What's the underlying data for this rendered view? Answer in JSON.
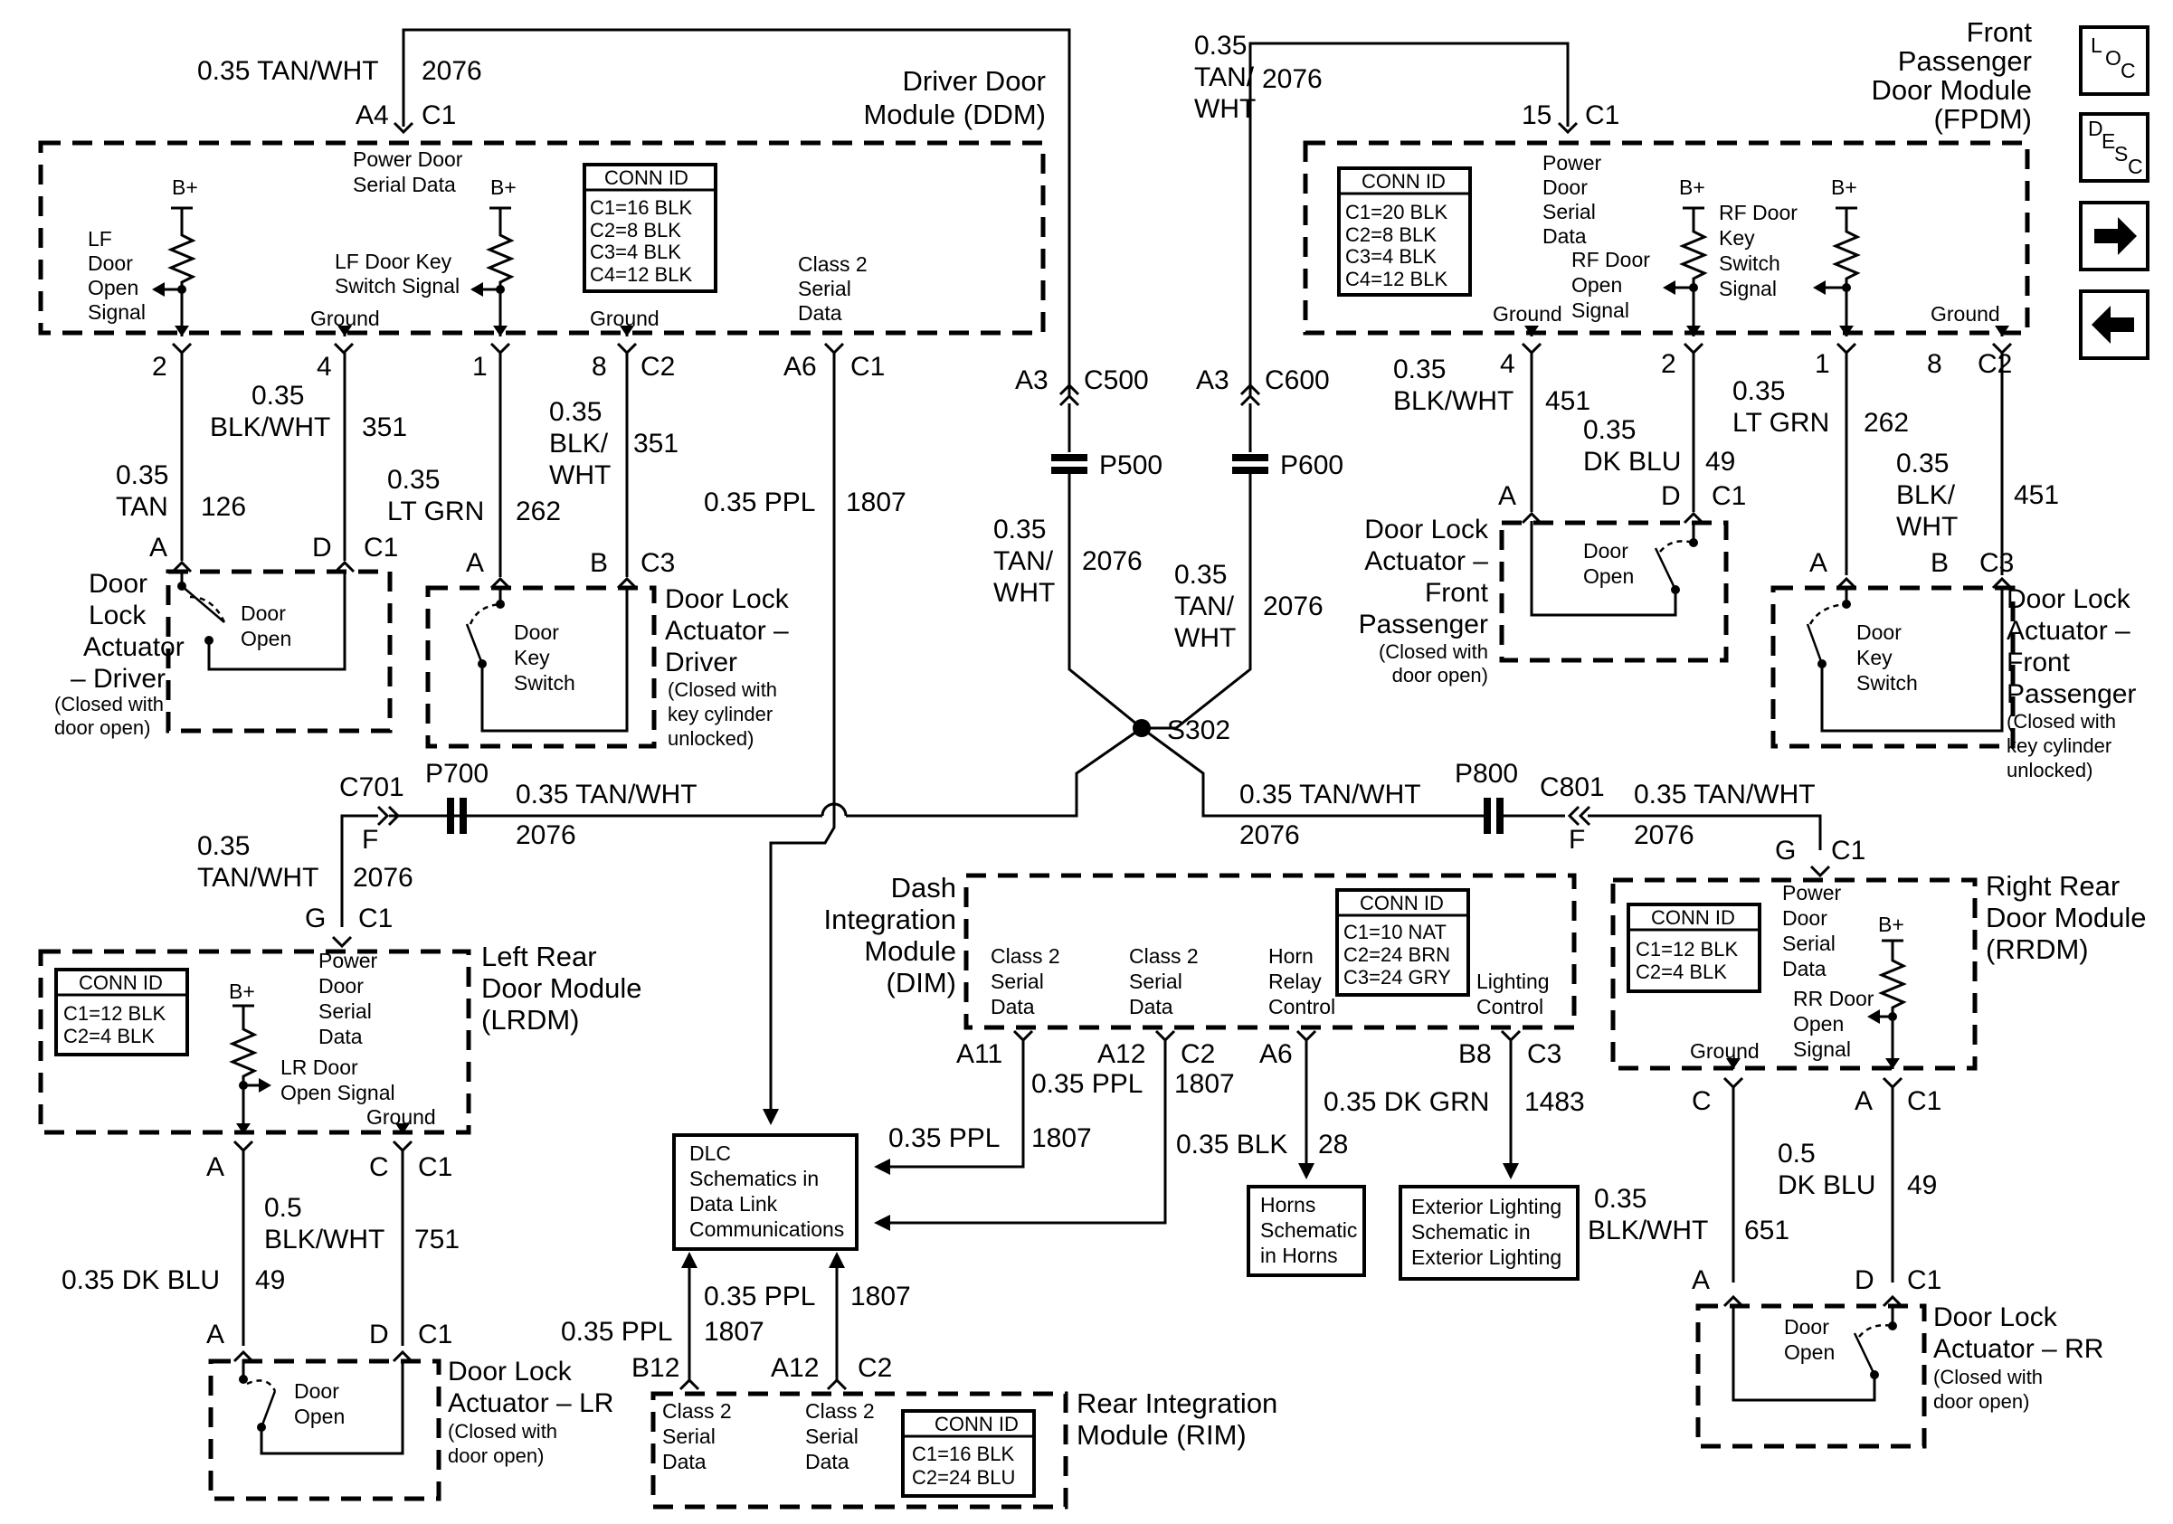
{
  "ddm": {
    "title": [
      "Driver Door",
      "Module (DDM)"
    ],
    "conn_title": "CONN ID",
    "conn": [
      "C1=16 BLK",
      "C2=8 BLK",
      "C3=4 BLK",
      "C4=12 BLK"
    ],
    "pdsd": [
      "Power Door",
      "Serial Data"
    ],
    "bplus": "B+",
    "lf_open": [
      "LF",
      "Door",
      "Open",
      "Signal"
    ],
    "lf_key": [
      "LF Door Key",
      "Switch Signal"
    ],
    "ground": "Ground",
    "class2": [
      "Class 2",
      "Serial",
      "Data"
    ],
    "top_pin": "A4",
    "top_conn": "C1",
    "top_wire": "0.35 TAN/WHT",
    "top_circuit": "2076",
    "pins": [
      "2",
      "4",
      "1",
      "8",
      "C2",
      "A6",
      "C1"
    ]
  },
  "ddm_wires": {
    "w1": [
      "0.35",
      "TAN"
    ],
    "w1c": "126",
    "w2": [
      "0.35",
      "BLK/WHT"
    ],
    "w2c": "351",
    "w3": [
      "0.35",
      "LT GRN"
    ],
    "w3c": "262",
    "w4": [
      "0.35",
      "BLK/",
      "WHT"
    ],
    "w4c": "351",
    "w5": "0.35 PPL",
    "w5c": "1807"
  },
  "act_driver": {
    "pins": [
      "A",
      "D",
      "C1"
    ],
    "label": [
      "Door",
      "Lock",
      "Actuator",
      "– Driver"
    ],
    "note": [
      "(Closed with",
      "door open)"
    ],
    "sw": [
      "Door",
      "Open"
    ]
  },
  "lock_driver": {
    "pins": [
      "A",
      "B",
      "C3"
    ],
    "label": [
      "Door Lock",
      "Actuator –",
      "Driver"
    ],
    "note": [
      "(Closed with",
      "key cylinder",
      "unlocked)"
    ],
    "sw": [
      "Door",
      "Key",
      "Switch"
    ]
  },
  "fpdm": {
    "title": [
      "Front",
      "Passenger",
      "Door Module",
      "(FPDM)"
    ],
    "conn_title": "CONN ID",
    "conn": [
      "C1=20 BLK",
      "C2=8 BLK",
      "C3=4 BLK",
      "C4=12 BLK"
    ],
    "pdsd": [
      "Power",
      "Door",
      "Serial",
      "Data"
    ],
    "bplus": "B+",
    "rf_key": [
      "RF Door",
      "Key",
      "Switch",
      "Signal"
    ],
    "rf_open": [
      "RF Door",
      "Open",
      "Signal"
    ],
    "ground": "Ground",
    "top_pin": "15",
    "top_conn": "C1",
    "top_wire": [
      "0.35",
      "TAN/",
      "WHT"
    ],
    "top_circuit": "2076",
    "pins": [
      "4",
      "2",
      "1",
      "8",
      "C2"
    ]
  },
  "fpdm_wires": {
    "w1": [
      "0.35",
      "BLK/WHT"
    ],
    "w1c": "451",
    "w2": [
      "0.35",
      "DK BLU"
    ],
    "w2c": "49",
    "w3": [
      "0.35",
      "LT GRN"
    ],
    "w3c": "262",
    "w4": [
      "0.35",
      "BLK/",
      "WHT"
    ],
    "w4c": "451"
  },
  "act_fp": {
    "pins": [
      "A",
      "D",
      "C1"
    ],
    "label": [
      "Door Lock",
      "Actuator –",
      "Front",
      "Passenger"
    ],
    "note": [
      "(Closed with",
      "door open)"
    ],
    "sw": [
      "Door",
      "Open"
    ]
  },
  "lock_fp": {
    "pins": [
      "A",
      "B",
      "C3"
    ],
    "label": [
      "Door Lock",
      "Actuator –",
      "Front",
      "Passenger"
    ],
    "note": [
      "(Closed with",
      "key cylinder",
      "unlocked)"
    ],
    "sw": [
      "Door",
      "Key",
      "Switch"
    ]
  },
  "center": {
    "c500": [
      "A3",
      "C500"
    ],
    "p500": "P500",
    "c600": [
      "A3",
      "C600"
    ],
    "p600": "P600",
    "wl": [
      "0.35",
      "TAN/",
      "WHT"
    ],
    "wlc": "2076",
    "wr": [
      "0.35",
      "TAN/",
      "WHT"
    ],
    "wrc": "2076",
    "splice": "S302"
  },
  "left_bus": {
    "c701": "C701",
    "f": "F",
    "p700": "P700",
    "wire": "0.35 TAN/WHT",
    "circuit": "2076",
    "drop": [
      "0.35",
      "TAN/WHT"
    ],
    "dropc": "2076",
    "pin": "G",
    "conn": "C1"
  },
  "right_bus": {
    "p800": "P800",
    "c801": "C801",
    "f": "F",
    "wire1": "0.35 TAN/WHT",
    "c1": "2076",
    "wire2": "0.35 TAN/WHT",
    "c2": "2076",
    "pin": "G",
    "conn": "C1"
  },
  "lrdm": {
    "title": [
      "Left Rear",
      "Door Module",
      "(LRDM)"
    ],
    "conn_title": "CONN ID",
    "conn": [
      "C1=12 BLK",
      "C2=4 BLK"
    ],
    "bplus": "B+",
    "pdsd": [
      "Power",
      "Door",
      "Serial",
      "Data"
    ],
    "sig": [
      "LR Door",
      "Open Signal"
    ],
    "ground": "Ground",
    "pins": [
      "A",
      "C",
      "C1"
    ],
    "w1": [
      "0.5",
      "BLK/WHT"
    ],
    "w1c": "751",
    "w2": "0.35 DK BLU",
    "w2c": "49"
  },
  "act_lr": {
    "pins": [
      "A",
      "D",
      "C1"
    ],
    "label": [
      "Door Lock",
      "Actuator – LR"
    ],
    "note": [
      "(Closed with",
      "door open)"
    ],
    "sw": [
      "Door",
      "Open"
    ]
  },
  "rrdm": {
    "title": [
      "Right Rear",
      "Door Module",
      "(RRDM)"
    ],
    "conn_title": "CONN ID",
    "conn": [
      "C1=12 BLK",
      "C2=4 BLK"
    ],
    "bplus": "B+",
    "pdsd": [
      "Power",
      "Door",
      "Serial",
      "Data"
    ],
    "sig": [
      "RR Door",
      "Open",
      "Signal"
    ],
    "ground": "Ground",
    "pins": [
      "C",
      "A",
      "C1"
    ],
    "w1": [
      "0.5",
      "DK BLU"
    ],
    "w1c": "49",
    "w2": [
      "0.35",
      "BLK/WHT"
    ],
    "w2c": "651"
  },
  "act_rr": {
    "pins": [
      "A",
      "D",
      "C1"
    ],
    "label": [
      "Door Lock",
      "Actuator – RR"
    ],
    "note": [
      "(Closed with",
      "door open)"
    ],
    "sw": [
      "Door",
      "Open"
    ]
  },
  "dim": {
    "title": [
      "Dash",
      "Integration",
      "Module",
      "(DIM)"
    ],
    "conn_title": "CONN ID",
    "conn": [
      "C1=10 NAT",
      "C2=24 BRN",
      "C3=24 GRY"
    ],
    "cls2a": [
      "Class 2",
      "Serial",
      "Data"
    ],
    "cls2b": [
      "Class 2",
      "Serial",
      "Data"
    ],
    "horn": [
      "Horn",
      "Relay",
      "Control"
    ],
    "light": [
      "Lighting",
      "Control"
    ],
    "pins": [
      "A11",
      "A12",
      "C2",
      "A6",
      "B8",
      "C3"
    ],
    "w_ppl": "0.35 PPL",
    "w_pplc": "1807",
    "w_ppl2": "0.35 PPL",
    "w_ppl2c": "1807",
    "w_blk": "0.35 BLK",
    "w_blkc": "28",
    "w_grn": "0.35 DK GRN",
    "w_grnc": "1483"
  },
  "dlc": [
    "DLC",
    "Schematics in",
    "Data Link",
    "Communications"
  ],
  "horns": [
    "Horns",
    "Schematic",
    "in Horns"
  ],
  "extlight": [
    "Exterior Lighting",
    "Schematic in",
    "Exterior Lighting"
  ],
  "rim": {
    "title": [
      "Rear Integration",
      "Module (RIM)"
    ],
    "conn_title": "CONN ID",
    "conn": [
      "C1=16 BLK",
      "C2=24 BLU"
    ],
    "cls2a": [
      "Class 2",
      "Serial",
      "Data"
    ],
    "cls2b": [
      "Class 2",
      "Serial",
      "Data"
    ],
    "pins": [
      "B12",
      "A12",
      "C2"
    ],
    "w1": "0.35 PPL",
    "w1c": "1807",
    "w2": "0.35 PPL",
    "w2c": "1807"
  },
  "nav": {
    "loc": [
      "L",
      "O",
      "C"
    ],
    "desc": [
      "D",
      "E",
      "S",
      "C"
    ],
    "next_icon": "arrow-right-icon",
    "prev_icon": "arrow-left-icon"
  }
}
